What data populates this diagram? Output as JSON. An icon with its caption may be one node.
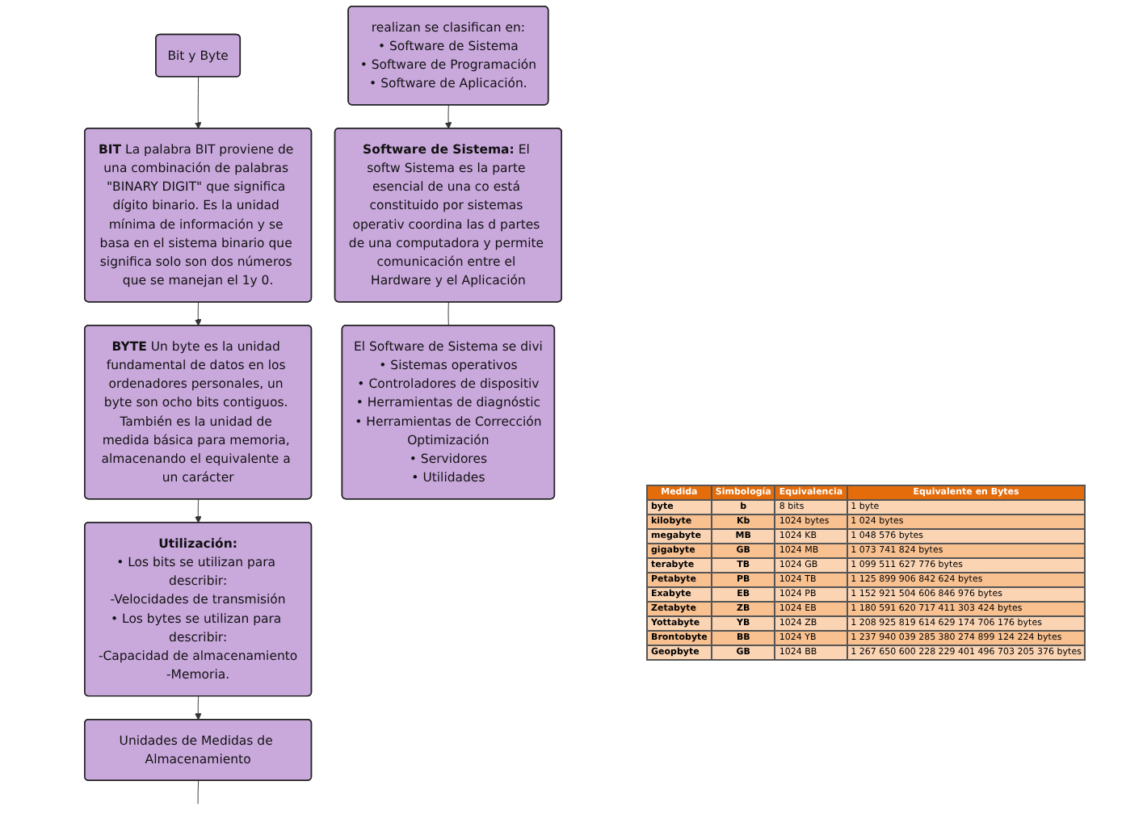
{
  "diagram": {
    "nodes": [
      {
        "text": [
          "Bit y Byte"
        ]
      },
      {
        "text": [
          "BIT",
          "La palabra BIT proviene de una combinación de palabras \"BINARY DIGIT\" que significa dígito binario. Es la unidad mínima de información y se basa en el sistema binario que significa solo son dos números que se manejan el 1y 0."
        ]
      },
      {
        "text": [
          "BYTE",
          "Un byte es la unidad fundamental de datos en los ordenadores personales, un byte son ocho bits contiguos. También es la unidad de medida básica para memoria, almacenando el equivalente a un carácter"
        ]
      },
      {
        "text": [
          "Utilización:",
          "• Los bits se utilizan para describir:",
          "-Velocidades de transmisión",
          "• Los bytes se utilizan para describir:",
          "-Capacidad de almacenamiento",
          "-Memoria."
        ]
      },
      {
        "text": [
          "Unidades de Medidas de Almacenamiento"
        ]
      },
      {
        "text": [
          "realizan se clasifican en:",
          "• Software de Sistema",
          "• Software de Programación",
          "• Software de Aplicación."
        ]
      },
      {
        "text": [
          "Software de Sistema:",
          "El softw Sistema es la parte esencial de una co está constituido por sistemas operativ coordina las d partes de una computadora y permite comunicación entre el Hardware y el Aplicación"
        ]
      },
      {
        "text": [
          "El Software de Sistema se divi",
          "• Sistemas operativos",
          "• Controladores de dispositiv",
          "• Herramientas de diagnóstic",
          "• Herramientas de Corrección",
          "Optimización",
          "• Servidores",
          "• Utilidades"
        ]
      }
    ],
    "edges": [
      {
        "from": 0,
        "to": 1,
        "arrow": "to"
      },
      {
        "from": 1,
        "to": 2,
        "arrow": "to"
      },
      {
        "from": 2,
        "to": 3,
        "arrow": "to"
      },
      {
        "from": 3,
        "to": 4,
        "arrow": "to"
      },
      {
        "from": 4,
        "to": null,
        "arrow": "none"
      },
      {
        "from": 5,
        "to": 6,
        "arrow": "to"
      },
      {
        "from": 6,
        "to": 7,
        "arrow": "none"
      }
    ],
    "labels": [
      "Medida",
      "Simbología",
      "Equivalencia",
      "Equivalente en Bytes",
      "byte",
      "b",
      "8 bits",
      "1 byte",
      "kilobyte",
      "Kb",
      "1024 bytes",
      "1 024 bytes",
      "megabyte",
      "MB",
      "1024 KB",
      "1 048 576 bytes",
      "gigabyte",
      "GB",
      "1024 MB",
      "1 073 741 824 bytes",
      "terabyte",
      "TB",
      "1024 GB",
      "1 099 511 627 776 bytes",
      "Petabyte",
      "PB",
      "1024 TB",
      "1 125 899 906 842 624 bytes",
      "Exabyte",
      "EB",
      "1024 PB",
      "1 152 921 504 606 846 976 bytes",
      "Zetabyte",
      "ZB",
      "1024 EB",
      "1 180 591 620 717 411 303 424 bytes",
      "Yottabyte",
      "YB",
      "1024 ZB",
      "1 208 925 819 614 629 174 706 176 bytes",
      "Brontobyte",
      "BB",
      "1024 YB",
      "1 237 940 039 285 380 274 899 124 224 bytes",
      "Geopbyte",
      "GB",
      "1024 BB",
      "1 267 650 600 228 229 401 496 703 205 376 bytes"
    ]
  }
}
